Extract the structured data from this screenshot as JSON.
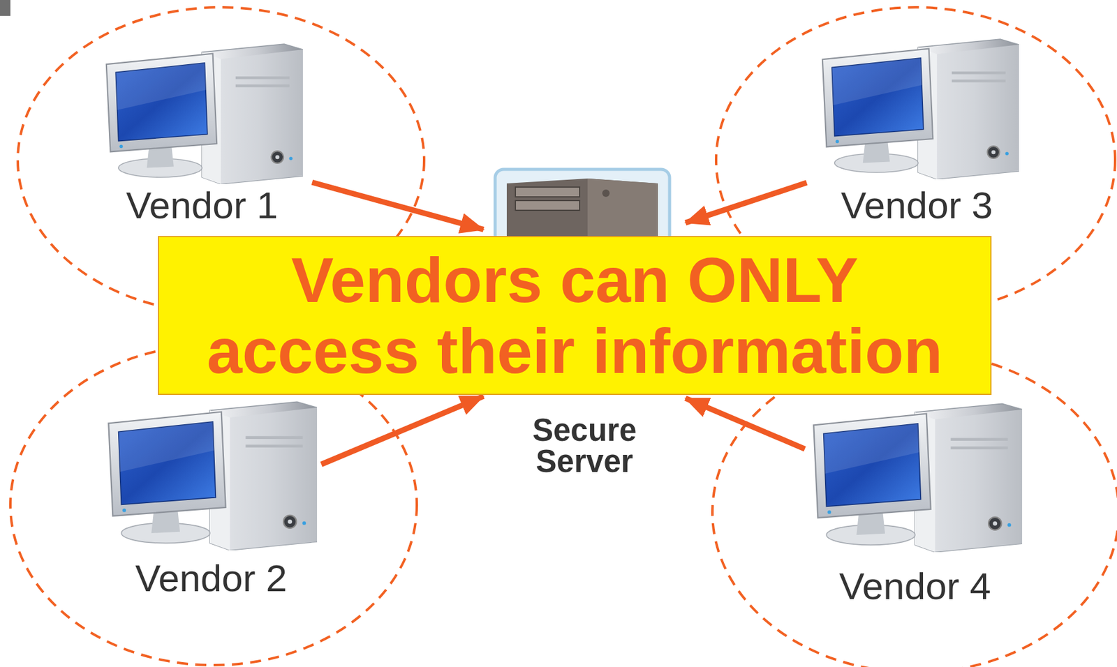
{
  "diagram": {
    "nodes": [
      {
        "text": [
          "Vendor 1"
        ]
      },
      {
        "text": [
          "Vendor 3"
        ]
      },
      {
        "text": [
          "Vendors can ONLY access their information"
        ]
      },
      {
        "text": [
          "Secure Server"
        ]
      },
      {
        "text": [
          "Vendor 2"
        ]
      },
      {
        "text": [
          "Vendor 4"
        ]
      }
    ],
    "edges": [
      {
        "from": 0,
        "to": 3,
        "arrow": "to"
      },
      {
        "from": 1,
        "to": 3,
        "arrow": "to"
      },
      {
        "from": 4,
        "to": 3,
        "arrow": "to"
      },
      {
        "from": 5,
        "to": 3,
        "arrow": "to"
      }
    ]
  }
}
